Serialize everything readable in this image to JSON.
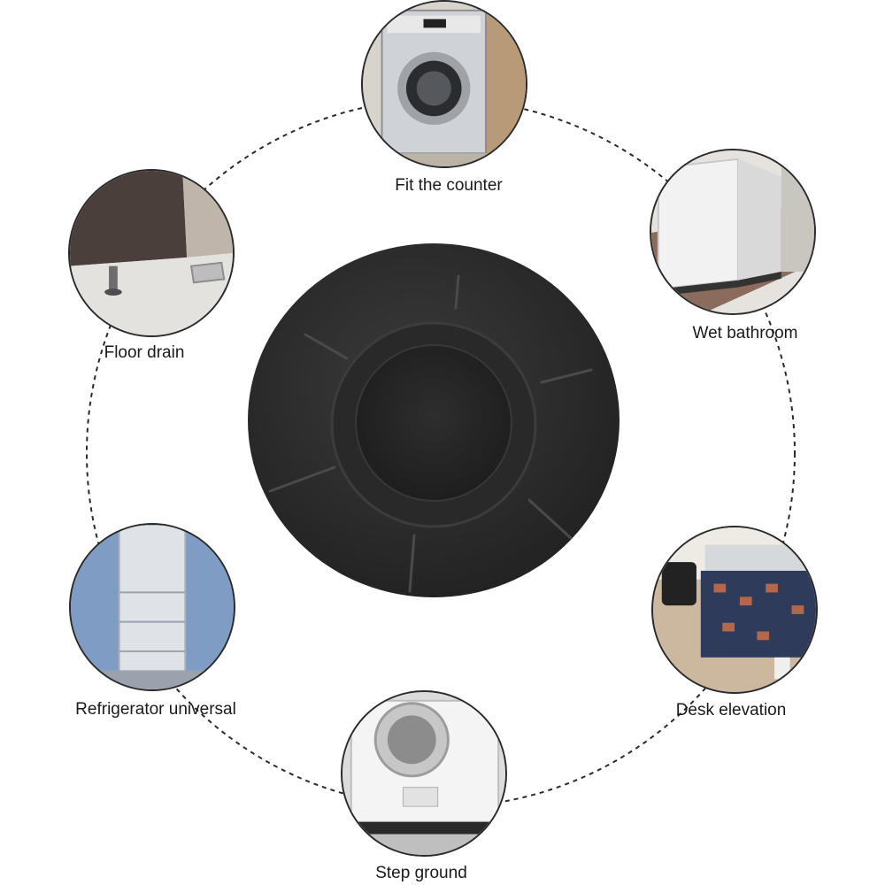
{
  "uses": [
    {
      "id": "fit-counter",
      "label": "Fit the counter",
      "icon": "washing-machine-photo"
    },
    {
      "id": "wet-bathroom",
      "label": "Wet bathroom",
      "icon": "cabinet-on-floor-photo"
    },
    {
      "id": "desk-elevation",
      "label": "Desk elevation",
      "icon": "desk-with-cloth-photo"
    },
    {
      "id": "step-ground",
      "label": "Step ground",
      "icon": "washer-on-stand-photo"
    },
    {
      "id": "refrigerator-universal",
      "label": "Refrigerator universal",
      "icon": "refrigerator-photo"
    },
    {
      "id": "floor-drain",
      "label": "Floor drain",
      "icon": "appliance-feet-floor-drain-photo"
    }
  ],
  "product": {
    "icon": "anti-vibration-pad-icon",
    "color": "#2f2f2f"
  },
  "colors": {
    "ring": "#2a2a2a",
    "text": "#1a1a1a"
  }
}
